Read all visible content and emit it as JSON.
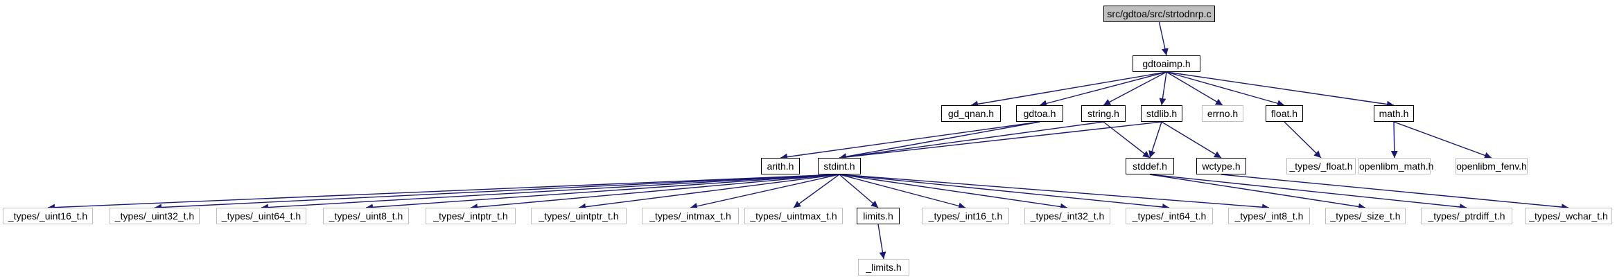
{
  "graph": {
    "title": "src/gdtoa/src/strtodnrp.c",
    "colors": {
      "edge": "#191970",
      "root_fill": "#bfbfbf",
      "file_border": "#000000",
      "system_border": "#bfbfbf"
    },
    "nodes": {
      "root": "src/gdtoa/src/strtodnrp.c",
      "gdtoaimp": "gdtoaimp.h",
      "gd_qnan": "gd_qnan.h",
      "gdtoa": "gdtoa.h",
      "string": "string.h",
      "stdlib": "stdlib.h",
      "errno": "errno.h",
      "float": "float.h",
      "math": "math.h",
      "arith": "arith.h",
      "stdint": "stdint.h",
      "stddef": "stddef.h",
      "wctype": "wctype.h",
      "types_float": "_types/_float.h",
      "openlibm_math": "openlibm_math.h",
      "openlibm_fenv": "openlibm_fenv.h",
      "uint16": "_types/_uint16_t.h",
      "uint32": "_types/_uint32_t.h",
      "uint64": "_types/_uint64_t.h",
      "uint8": "_types/_uint8_t.h",
      "intptr": "_types/_intptr_t.h",
      "uintptr": "_types/_uintptr_t.h",
      "intmax": "_types/_intmax_t.h",
      "uintmax": "_types/_uintmax_t.h",
      "limits": "limits.h",
      "int16": "_types/_int16_t.h",
      "int32": "_types/_int32_t.h",
      "int64": "_types/_int64_t.h",
      "int8": "_types/_int8_t.h",
      "size": "_types/_size_t.h",
      "ptrdiff": "_types/_ptrdiff_t.h",
      "wchar": "_types/_wchar_t.h",
      "limits_internal": "_limits.h"
    }
  }
}
